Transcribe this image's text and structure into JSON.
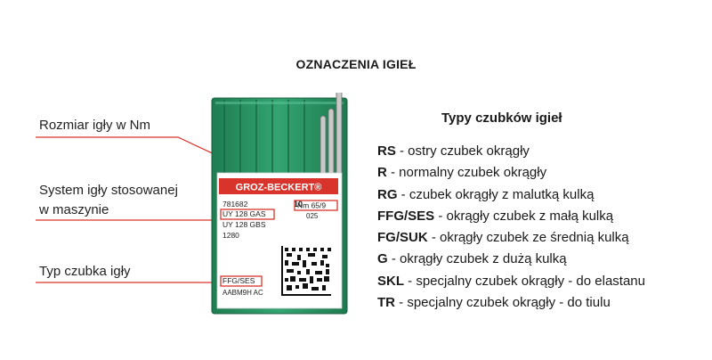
{
  "title": "OZNACZENIA IGIEŁ",
  "labels": {
    "size": "Rozmiar igły w Nm",
    "system_line1": "System igły stosowanej",
    "system_line2": "w maszynie",
    "point": "Typ czubka igły"
  },
  "packet": {
    "brand": "GROZ-BECKERT®",
    "article": "781682",
    "quantity": "10",
    "size": "Nm 65/9",
    "system": "UY 128 GAS",
    "system_alt": "UY 128 GBS",
    "code_1280": "1280",
    "code_025": "025",
    "point_type": "FFG/SES",
    "batch": "AABM9H AC"
  },
  "types": {
    "title": "Typy czubków igieł",
    "items": [
      {
        "code": "RS",
        "desc": " - ostry czubek okrągły"
      },
      {
        "code": "R",
        "desc": " - normalny czubek okrągły"
      },
      {
        "code": "RG",
        "desc": " - czubek okrągły z malutką kulką"
      },
      {
        "code": "FFG/SES",
        "desc": " - okrągły czubek z małą kulką"
      },
      {
        "code": "FG/SUK",
        "desc": " - okrągły czubek ze średnią kulką"
      },
      {
        "code": "G",
        "desc": " - okrągły czubek z dużą kulką"
      },
      {
        "code": "SKL",
        "desc": " - specjalny czubek okrągły - do elastanu"
      },
      {
        "code": "TR",
        "desc": " - specjalny czubek okrągły - do tiulu"
      }
    ]
  },
  "colors": {
    "packet_green": "#2f9a6a",
    "callout_red": "#d9342b",
    "leader_line": "#d9342b"
  }
}
